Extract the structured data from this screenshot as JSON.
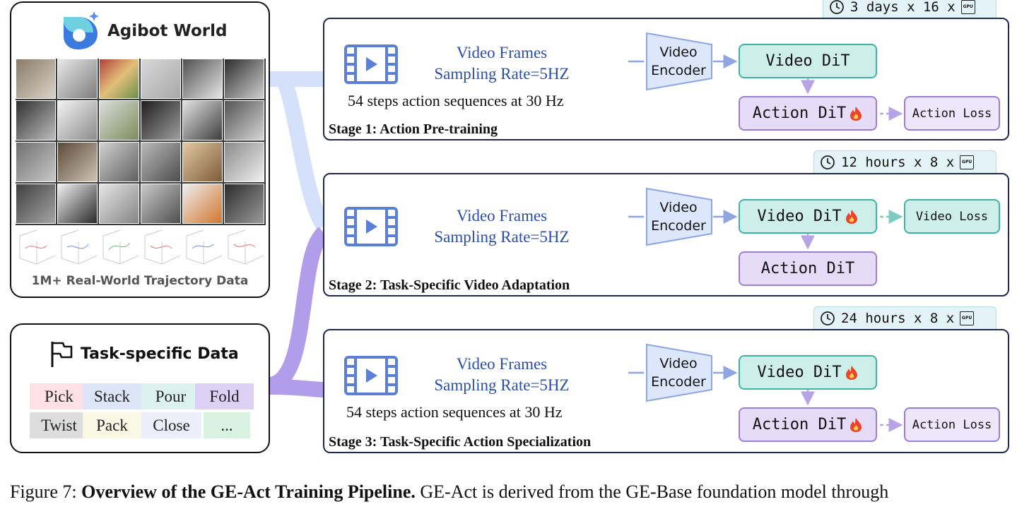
{
  "agibot": {
    "title": "Agibot World",
    "subtitle": "1M+ Real-World Trajectory Data"
  },
  "task_data": {
    "title": "Task-specific Data",
    "tags": [
      {
        "label": "Pick",
        "color": "#fde1e6"
      },
      {
        "label": "Stack",
        "color": "#dde6f8"
      },
      {
        "label": "Pour",
        "color": "#dcf2ee"
      },
      {
        "label": "Fold",
        "color": "#dcd0f5"
      },
      {
        "label": "Twist",
        "color": "#dddddd"
      },
      {
        "label": "Pack",
        "color": "#fbf7e5"
      },
      {
        "label": "Close",
        "color": "#eceff9"
      },
      {
        "label": "...",
        "color": "#d9f2e2"
      }
    ]
  },
  "stages": [
    {
      "label": "Stage 1: Action Pre-training",
      "frames_line1": "Video Frames",
      "frames_line2": "Sampling Rate=5HZ",
      "steps": "54 steps action sequences at 30 Hz",
      "encoder_line1": "Video",
      "encoder_line2": "Encoder",
      "video_dit": "Video DiT",
      "action_dit": "Action DiT",
      "loss": "Action Loss",
      "timer": "3 days x 16 x"
    },
    {
      "label": "Stage 2: Task-Specific Video Adaptation",
      "frames_line1": "Video Frames",
      "frames_line2": "Sampling Rate=5HZ",
      "steps": "",
      "encoder_line1": "Video",
      "encoder_line2": "Encoder",
      "video_dit": "Video DiT",
      "action_dit": "Action DiT",
      "loss": "Video Loss",
      "timer": "12 hours x 8 x"
    },
    {
      "label": "Stage 3: Task-Specific Action Specialization",
      "frames_line1": "Video Frames",
      "frames_line2": "Sampling Rate=5HZ",
      "steps": "54 steps action sequences at 30 Hz",
      "encoder_line1": "Video",
      "encoder_line2": "Encoder",
      "video_dit": "Video DiT",
      "action_dit": "Action DiT",
      "loss": "Action Loss",
      "timer": "24 hours x 8 x"
    }
  ],
  "gpu_chip_label": "GPU",
  "caption": {
    "prefix": "Figure 7: ",
    "bold": "Overview of the GE-Act Training Pipeline.",
    "rest": " GE-Act is derived from the GE-Base foundation model through"
  },
  "colors": {
    "panel_border": "#1d2a4d",
    "video_blue": "#2c4fa3",
    "video_dit_fill": "#cdeee9",
    "action_dit_fill": "#e7dcf7",
    "agibot_flow": "#d3defa",
    "task_flow": "#a58ce6"
  }
}
